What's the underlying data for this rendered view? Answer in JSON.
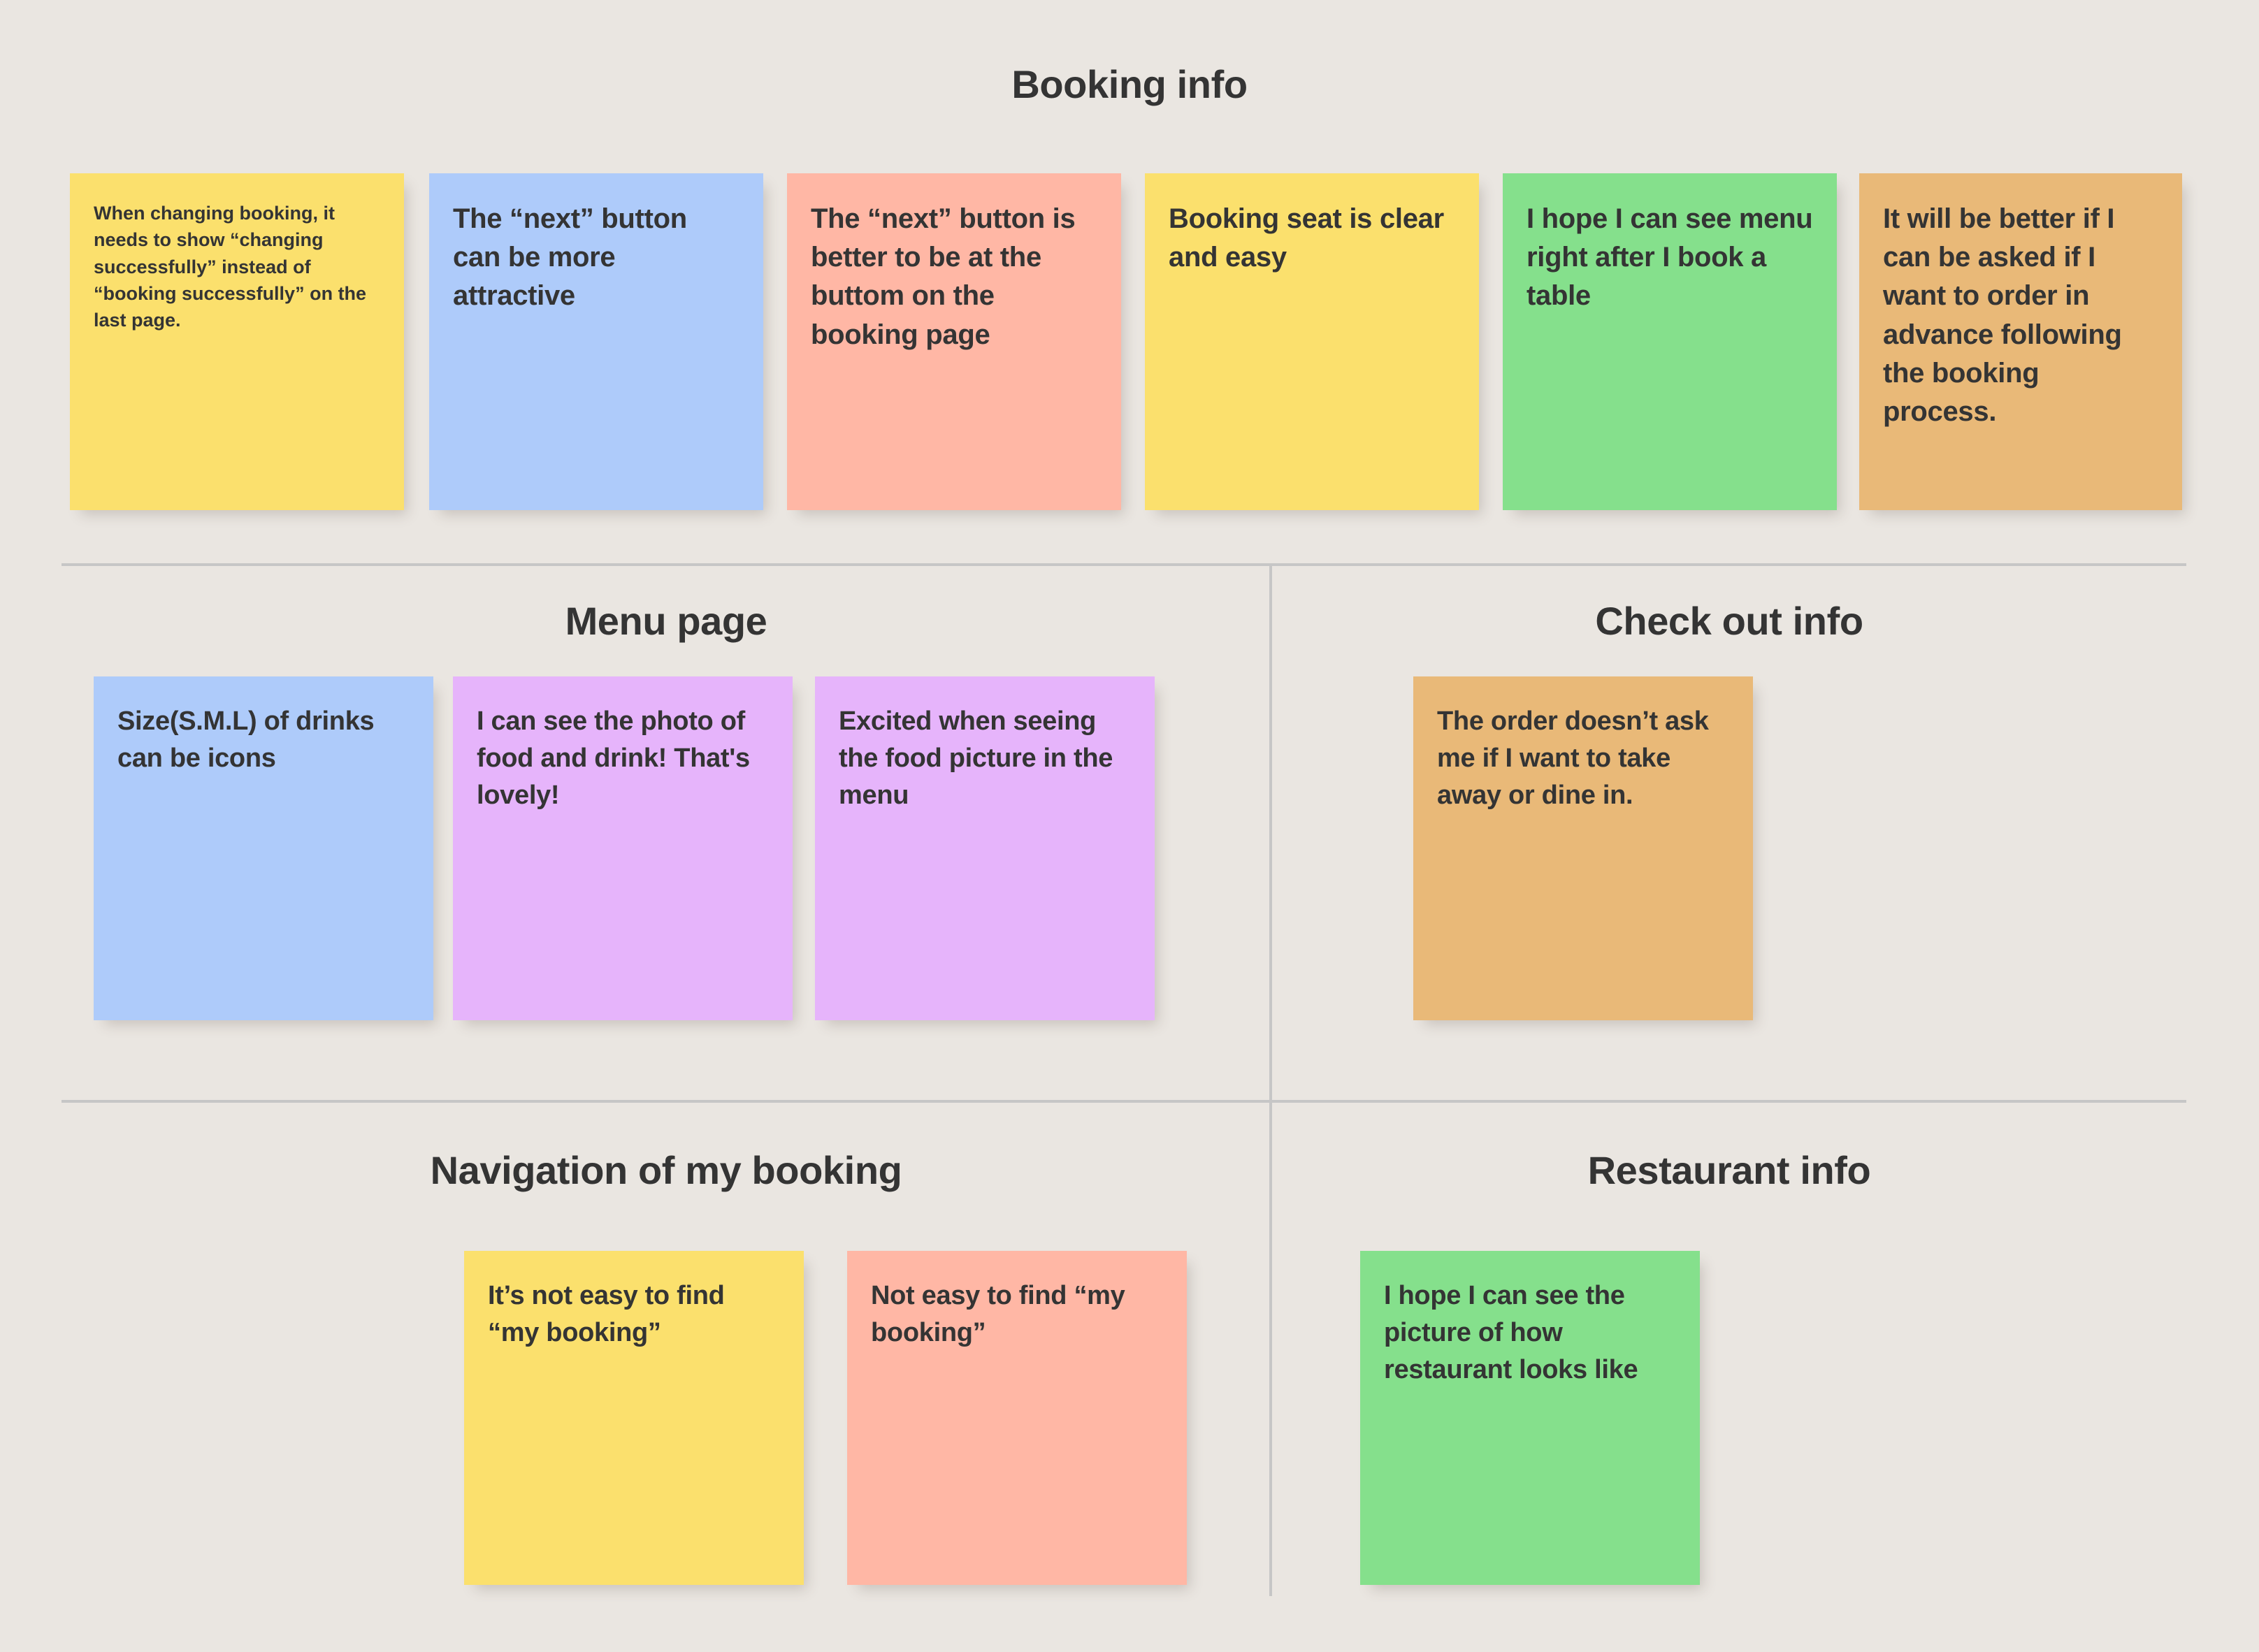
{
  "board": {
    "background_color": "#EAE6E1",
    "text_color": "#343434",
    "divider_color": "#C6C6C6"
  },
  "palette": {
    "yellow": "#FBE06D",
    "blue": "#AECBFA",
    "pink": "#FFB7A5",
    "green": "#85E08C",
    "orange": "#E9B978",
    "purple": "#E6B4FB"
  },
  "sections": [
    {
      "id": "booking-info",
      "title": "Booking info",
      "notes": [
        {
          "color": "yellow",
          "size": "tiny",
          "text": "When changing booking, it needs to show “changing successfully” instead of “booking successfully” on the last page."
        },
        {
          "color": "blue",
          "size": "normal",
          "text": "The “next” button can be more attractive"
        },
        {
          "color": "pink",
          "size": "normal",
          "text": "The “next” button is better to be at the buttom on the booking page"
        },
        {
          "color": "yellow",
          "size": "normal",
          "text": "Booking seat is clear and easy"
        },
        {
          "color": "green",
          "size": "normal",
          "text": "I hope I can see menu right after I book a table"
        },
        {
          "color": "orange",
          "size": "normal",
          "text": "It will be better if I can be asked if I want to order in advance following the booking process."
        }
      ]
    },
    {
      "id": "menu-page",
      "title": "Menu page",
      "notes": [
        {
          "color": "blue",
          "size": "med",
          "text": "Size(S.M.L) of drinks can be icons"
        },
        {
          "color": "purple",
          "size": "med",
          "text": "I can see the photo of food and drink! That's lovely!"
        },
        {
          "color": "purple",
          "size": "med",
          "text": "Excited when seeing the food picture in the menu"
        }
      ]
    },
    {
      "id": "check-out-info",
      "title": "Check out info",
      "notes": [
        {
          "color": "orange",
          "size": "med",
          "text": "The order doesn’t ask me if I want to take away or dine in."
        }
      ]
    },
    {
      "id": "navigation-of-my-booking",
      "title": "Navigation of my booking",
      "notes": [
        {
          "color": "yellow",
          "size": "med",
          "text": "It’s not easy to find “my booking”"
        },
        {
          "color": "pink",
          "size": "med",
          "text": "Not easy to find “my booking”"
        }
      ]
    },
    {
      "id": "restaurant-info",
      "title": "Restaurant info",
      "notes": [
        {
          "color": "green",
          "size": "med",
          "text": "I hope I can see the picture of how restaurant looks like"
        }
      ]
    }
  ]
}
